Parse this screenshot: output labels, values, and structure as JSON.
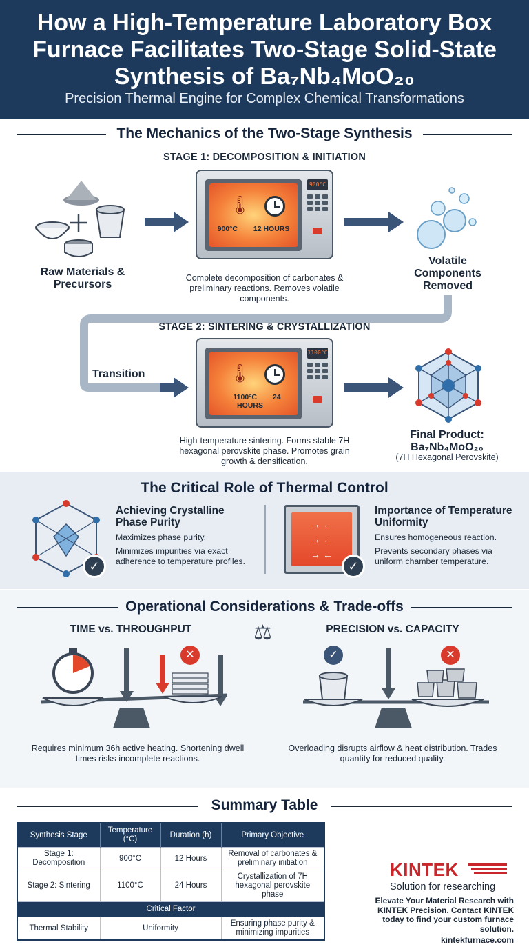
{
  "header": {
    "title": "How a High-Temperature Laboratory Box Furnace Facilitates Two-Stage Solid-State Synthesis of Ba₇Nb₄MoO₂₀",
    "subtitle": "Precision Thermal Engine for Complex Chemical Transformations"
  },
  "mechanics": {
    "title": "The Mechanics of the Two-Stage Synthesis",
    "stage1": {
      "label": "STAGE 1: DECOMPOSITION & INITIATION",
      "display": "900°C",
      "temp": "900°C",
      "time": "12 HOURS",
      "caption": "Complete decomposition of carbonates & preliminary reactions. Removes volatile components."
    },
    "raw_materials": "Raw Materials & Precursors",
    "volatile": "Volatile Components Removed",
    "stage2": {
      "label": "STAGE 2: SINTERING & CRYSTALLIZATION",
      "display": "1100°C",
      "temp": "1100°C",
      "time": "24 HOURS",
      "caption": "High-temperature sintering. Forms stable 7H hexagonal perovskite phase. Promotes grain growth & densification."
    },
    "transition": "Transition",
    "final_product": "Final Product: Ba₇Nb₄MoO₂₀",
    "final_sub": "(7H Hexagonal Perovskite)"
  },
  "thermal": {
    "title": "The Critical Role of Thermal Control",
    "left": {
      "title": "Achieving Crystalline Phase Purity",
      "line1": "Maximizes phase purity.",
      "line2": "Minimizes impurities via exact adherence to temperature profiles."
    },
    "right": {
      "title": "Importance of Temperature Uniformity",
      "line1": "Ensures homogeneous reaction.",
      "line2": "Prevents secondary phases via uniform chamber temperature."
    }
  },
  "tradeoffs": {
    "title": "Operational Considerations & Trade-offs",
    "left": {
      "head": "TIME vs. THROUGHPUT",
      "caption": "Requires minimum 36h active heating. Shortening dwell times risks incomplete reactions."
    },
    "right": {
      "head": "PRECISION vs. CAPACITY",
      "caption": "Overloading disrupts airflow & heat distribution. Trades quantity for reduced quality."
    }
  },
  "summary": {
    "title": "Summary Table",
    "headers": [
      "Synthesis Stage",
      "Temperature (°C)",
      "Duration (h)",
      "Primary Objective"
    ],
    "rows": [
      [
        "Stage 1: Decomposition",
        "900°C",
        "12 Hours",
        "Removal of carbonates & preliminary initiation"
      ],
      [
        "Stage 2: Sintering",
        "1100°C",
        "24 Hours",
        "Crystallization of 7H hexagonal perovskite phase"
      ]
    ],
    "critical_label": "Critical Factor",
    "critical_row": [
      "Thermal Stability",
      "Uniformity",
      "Ensuring phase purity & minimizing impurities"
    ]
  },
  "brand": {
    "name": "KINTEK",
    "tagline": "Solution for researching",
    "cta": "Elevate Your Material Research with KINTEK Precision. Contact KINTEK today to find your custom furnace solution.",
    "url": "kintekfurnace.com"
  },
  "colors": {
    "navy": "#1d3a5c",
    "accent_red": "#d83a2c",
    "furnace_glow": "#f5823a"
  },
  "icons": [
    "thermometer-icon",
    "clock-icon",
    "check-icon",
    "x-icon",
    "balance-scale-icon",
    "stopwatch-icon",
    "crucible-icon",
    "crystal-lattice-icon",
    "bubbles-icon"
  ]
}
